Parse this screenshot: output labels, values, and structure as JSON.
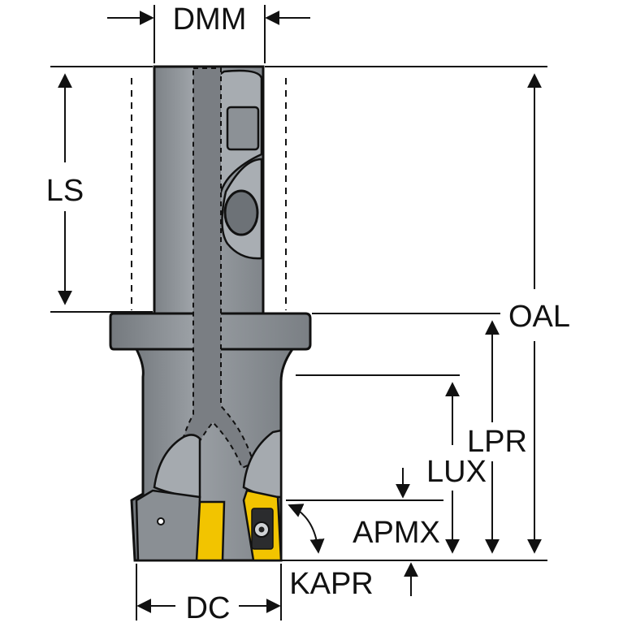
{
  "labels": {
    "dmm": "DMM",
    "ls": "LS",
    "oal": "OAL",
    "lpr": "LPR",
    "lux": "LUX",
    "apmx": "APMX",
    "kapr": "KAPR",
    "dc": "DC"
  },
  "colors": {
    "body": "#8f9499",
    "body_dark": "#5d6166",
    "coolant_channel": "#74787d",
    "insert": "#f2c400",
    "outline": "#111111",
    "dimension_line": "#111111"
  }
}
